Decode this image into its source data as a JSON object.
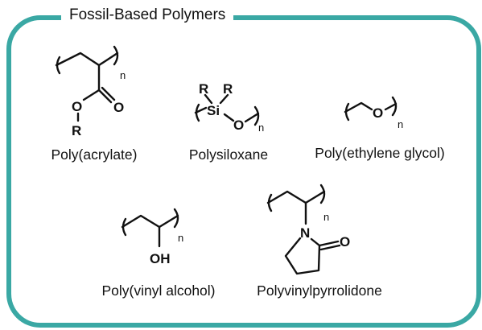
{
  "panel": {
    "title": "Fossil-Based Polymers",
    "accent_color": "#3aa8a4"
  },
  "polymers": [
    {
      "name": "Poly(acrylate)",
      "atoms": [
        "O",
        "O",
        "R"
      ],
      "repeat": "n"
    },
    {
      "name": "Polysiloxane",
      "atoms": [
        "R",
        "R",
        "Si",
        "O"
      ],
      "repeat": "n"
    },
    {
      "name": "Poly(ethylene glycol)",
      "atoms": [
        "O"
      ],
      "repeat": "n"
    },
    {
      "name": "Poly(vinyl alcohol)",
      "atoms": [
        "OH"
      ],
      "repeat": "n"
    },
    {
      "name": "Polyvinylpyrrolidone",
      "atoms": [
        "N",
        "O"
      ],
      "repeat": "n"
    }
  ]
}
